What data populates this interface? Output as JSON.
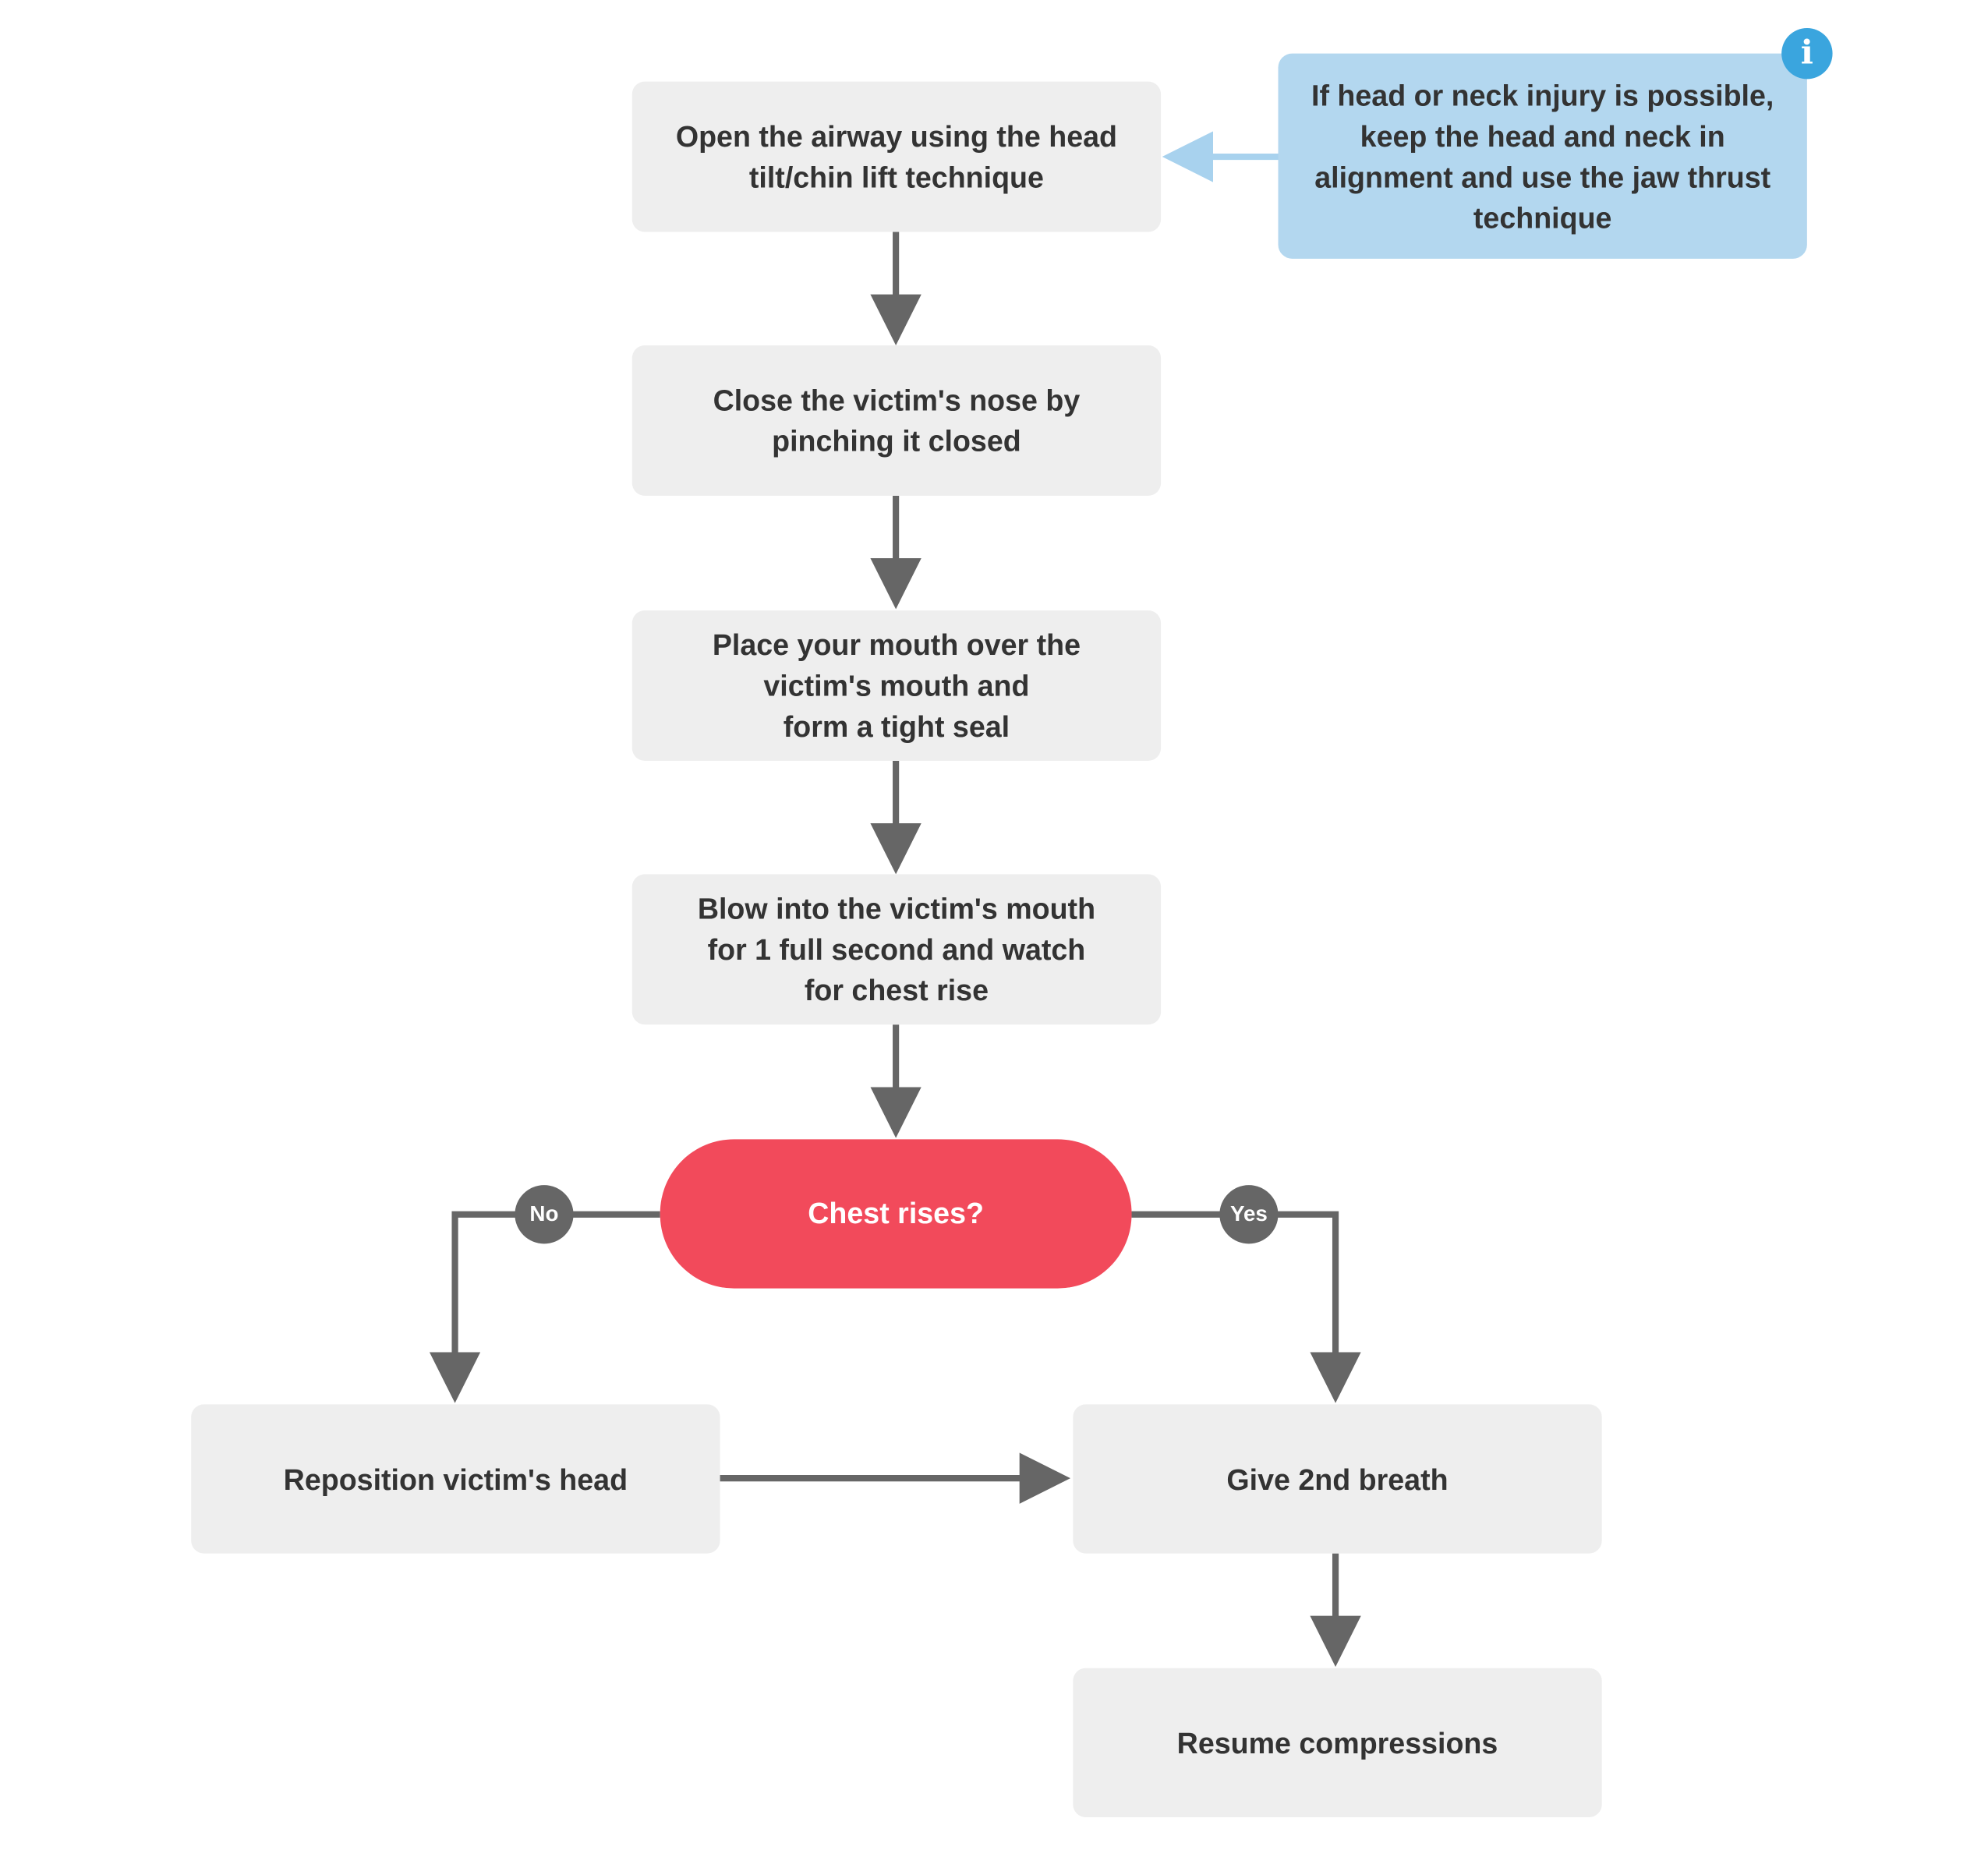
{
  "colors": {
    "node_fill": "#eeeeee",
    "text": "#333333",
    "edge": "#666666",
    "decision_fill": "#f24a5b",
    "note_fill": "#b3d7ef",
    "note_edge": "#a8d2ee",
    "info_icon": "#3aa5de",
    "badge_fill": "#666666"
  },
  "nodes": {
    "open_airway": "Open the airway using the head\ntilt/chin lift technique",
    "close_nose": "Close the victim's nose by\npinching it closed",
    "place_mouth": "Place your mouth over the\nvictim's mouth and\nform a tight seal",
    "blow": "Blow into the victim's mouth\nfor 1 full second and watch\nfor chest rise",
    "decision": "Chest rises?",
    "reposition": "Reposition victim's head",
    "second_breath": "Give 2nd breath",
    "resume": "Resume compressions"
  },
  "note": {
    "text": "If head or neck injury is possible,\nkeep the head and neck in\nalignment and use the jaw thrust\ntechnique",
    "icon": "info-icon",
    "icon_glyph": "i"
  },
  "badges": {
    "no": "No",
    "yes": "Yes"
  }
}
